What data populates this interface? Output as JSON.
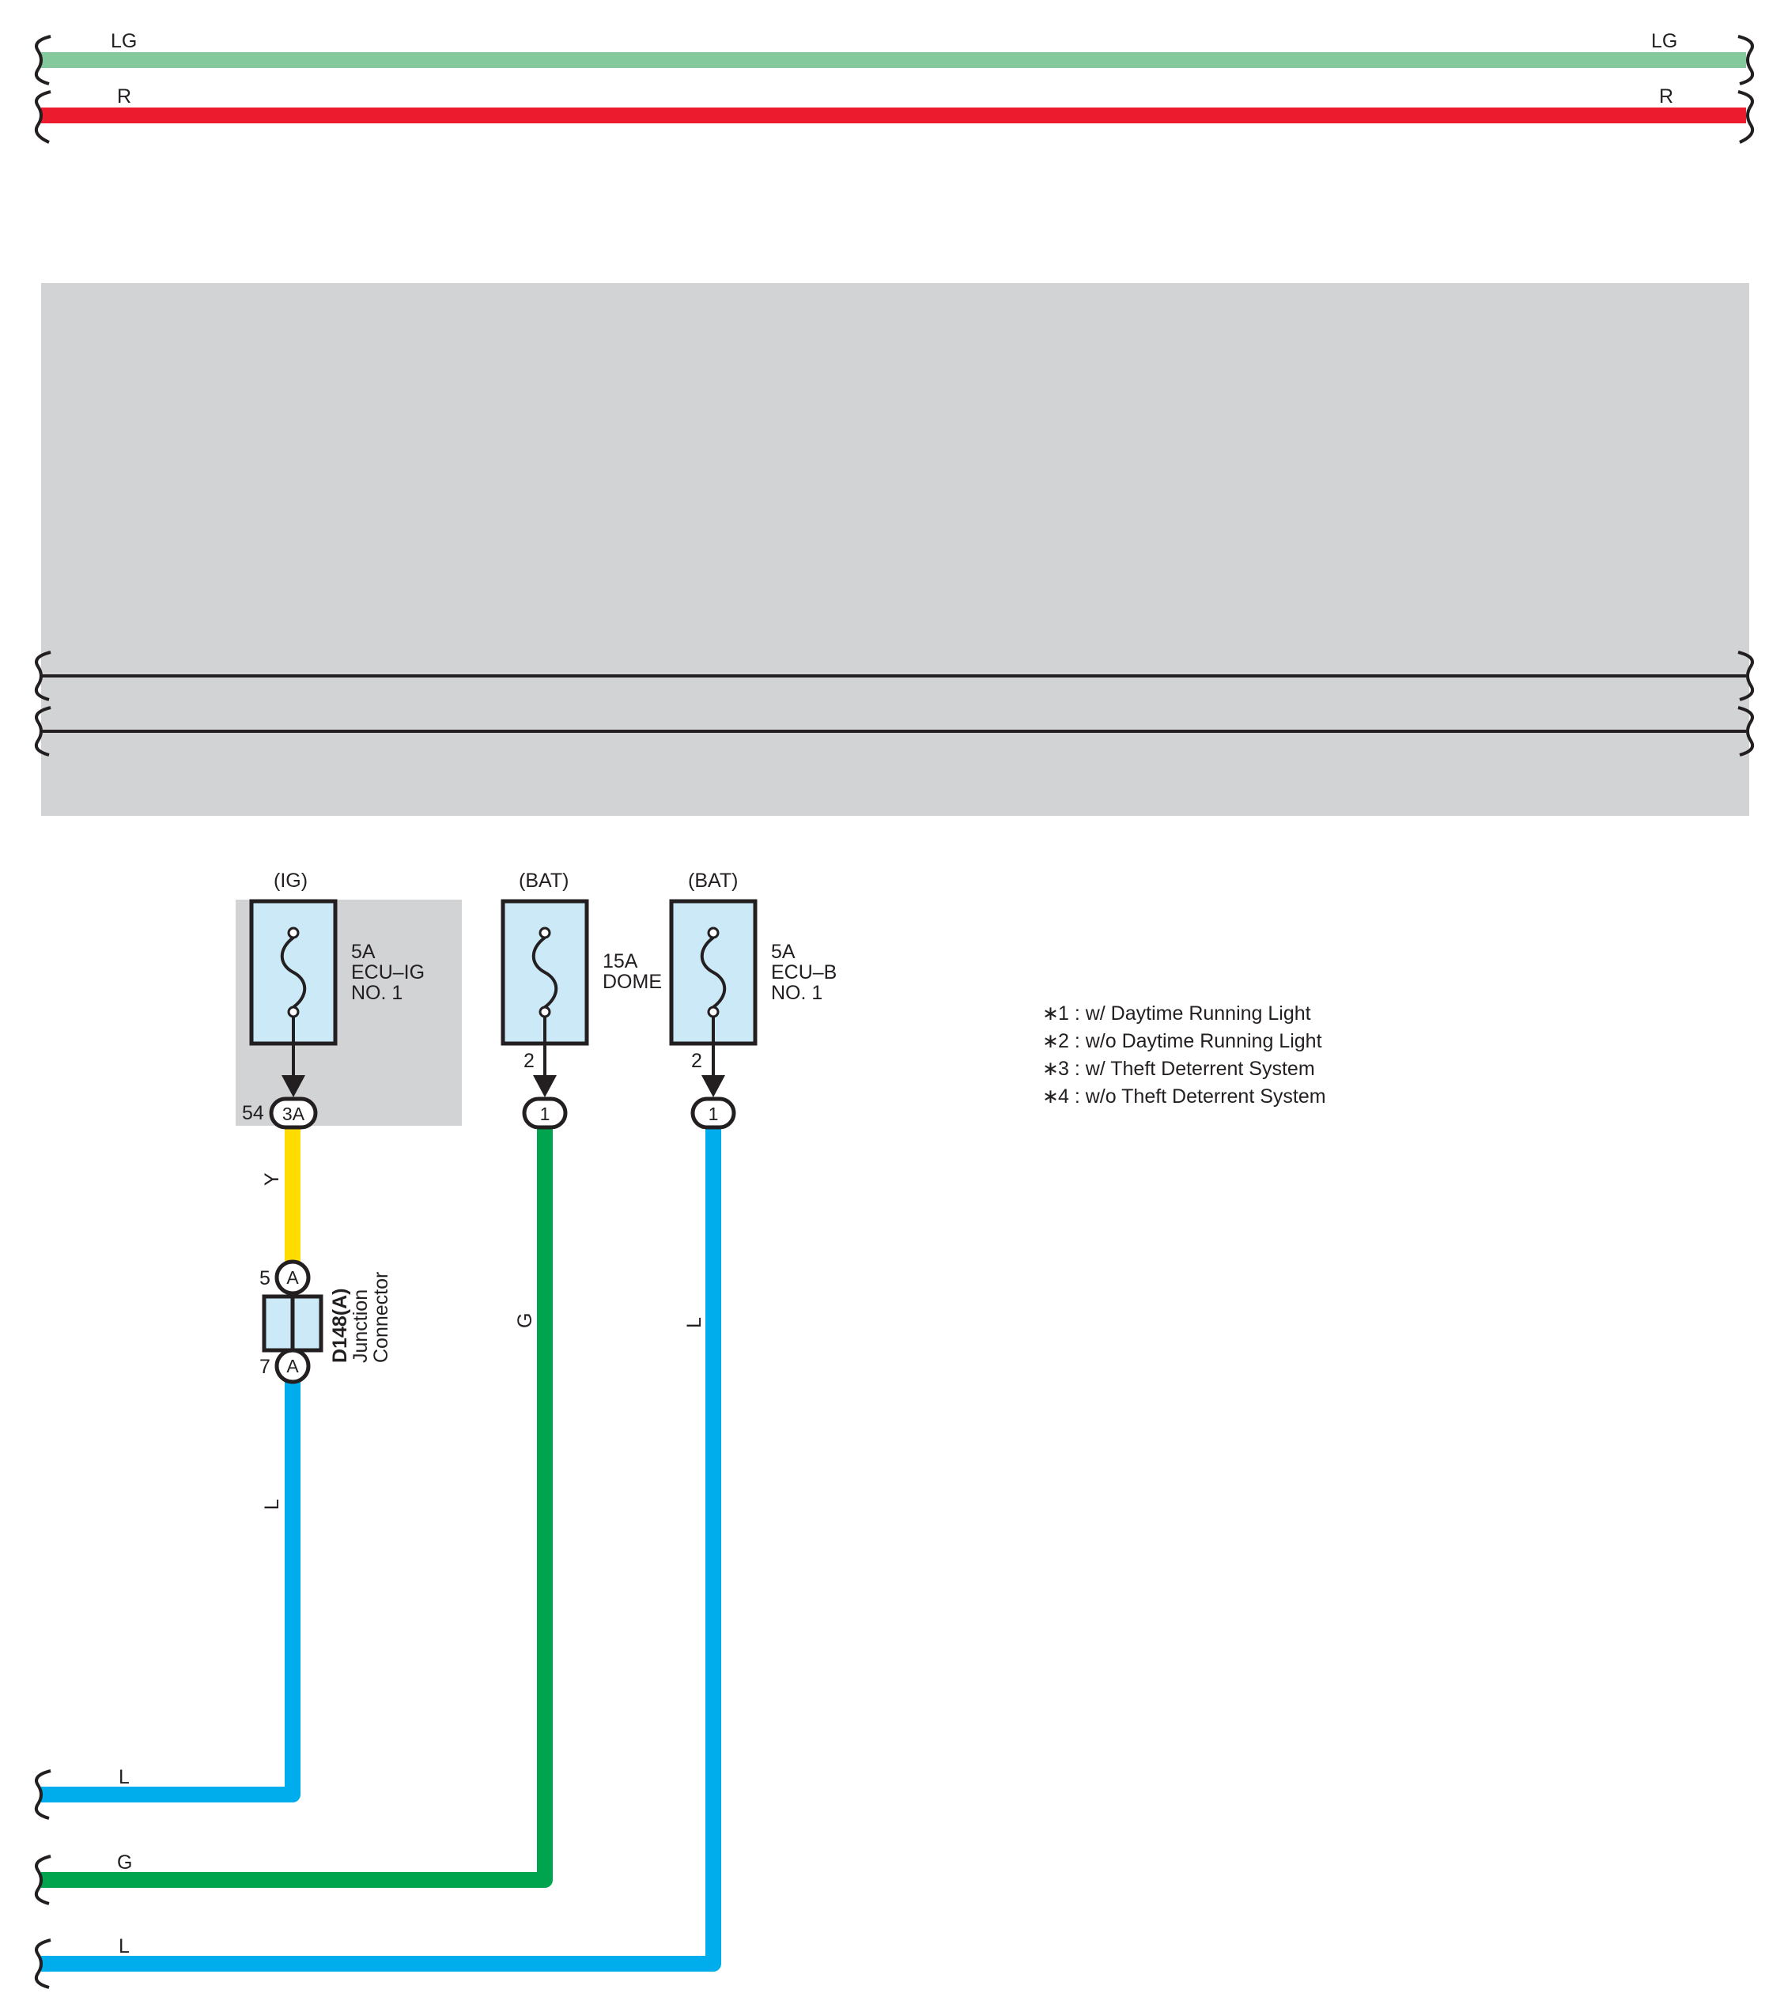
{
  "wires_top": [
    {
      "left_label": "LG",
      "right_label": "LG",
      "color": "#83c99b"
    },
    {
      "left_label": "R",
      "right_label": "R",
      "color": "#ec1c2e"
    }
  ],
  "colors": {
    "gray_panel": "#d2d3d5",
    "fuse_fill": "#cbe9f7",
    "wire_yellow": "#fedc00",
    "wire_blue": "#00adec",
    "wire_green": "#00a44f",
    "black": "#231f20"
  },
  "fuses": [
    {
      "source": "(IG)",
      "rating": "5A",
      "name_line1": "ECU–IG",
      "name_line2": "NO. 1",
      "terminal_pin": "54",
      "connector": "3A"
    },
    {
      "source": "(BAT)",
      "rating": "15A",
      "name_line1": "DOME",
      "name_line2": "",
      "terminal_pin": "2",
      "connector": "1"
    },
    {
      "source": "(BAT)",
      "rating": "5A",
      "name_line1": "ECU–B",
      "name_line2": "NO. 1",
      "terminal_pin": "2",
      "connector": "1"
    }
  ],
  "wire_labels": {
    "yellow": "Y",
    "blue_left": "L",
    "green": "G",
    "blue_right": "L"
  },
  "junction": {
    "id": "D148(A)",
    "line1": "Junction",
    "line2": "Connector",
    "pin_top": "5",
    "pin_bottom": "7",
    "conn": "A"
  },
  "bottom_wires": [
    {
      "label": "L"
    },
    {
      "label": "G"
    },
    {
      "label": "L"
    }
  ],
  "notes": [
    {
      "star": "∗",
      "text": "1 : w/ Daytime Running Light"
    },
    {
      "star": "∗",
      "text": "2 : w/o Daytime Running Light"
    },
    {
      "star": "∗",
      "text": "3 : w/ Theft Deterrent System"
    },
    {
      "star": "∗",
      "text": "4 : w/o Theft Deterrent System"
    }
  ]
}
